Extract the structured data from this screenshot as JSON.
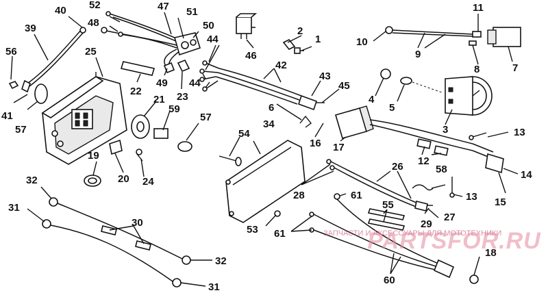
{
  "watermark": {
    "caption": "ЗАПЧАСТИ И АКСЕССУАРЫ ДЛЯ МОТОТЕХНИКИ",
    "url": "PARTSFOR.RU",
    "color": "#e58aa0"
  },
  "callouts": {
    "c1": "1",
    "c2": "2",
    "c3": "3",
    "c4": "4",
    "c5": "5",
    "c6": "6",
    "c7": "7",
    "c8": "8",
    "c9": "9",
    "c10": "10",
    "c11": "11",
    "c12": "12",
    "c13a": "13",
    "c13b": "13",
    "c14": "14",
    "c15": "15",
    "c16": "16",
    "c17": "17",
    "c18": "18",
    "c19": "19",
    "c20": "20",
    "c21": "21",
    "c22": "22",
    "c23": "23",
    "c24": "24",
    "c25": "25",
    "c26": "26",
    "c27": "27",
    "c28": "28",
    "c29": "29",
    "c30": "30",
    "c31a": "31",
    "c31b": "31",
    "c32a": "32",
    "c32b": "32",
    "c34": "34",
    "c39": "39",
    "c40": "40",
    "c41": "41",
    "c42": "42",
    "c43": "43",
    "c44a": "44",
    "c44b": "44",
    "c45": "45",
    "c46": "46",
    "c47": "47",
    "c48": "48",
    "c49": "49",
    "c50": "50",
    "c51": "51",
    "c52": "52",
    "c53": "53",
    "c54": "54",
    "c55": "55",
    "c56": "56",
    "c57a": "57",
    "c57b": "57",
    "c58": "58",
    "c59": "59",
    "c60": "60",
    "c61a": "61",
    "c61b": "61"
  }
}
